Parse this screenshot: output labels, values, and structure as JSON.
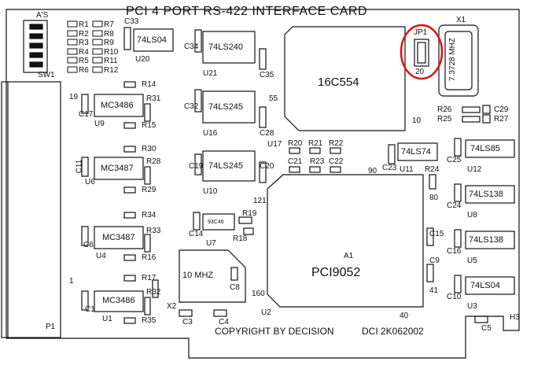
{
  "title": "PCI 4 PORT RS-422 INTERFACE CARD",
  "footer": {
    "copyright": "COPYRIGHT BY DECISION",
    "part": "DCI 2K062002"
  },
  "colors": {
    "ink": "#111111",
    "board": "#ffffff",
    "highlight": "#e01010"
  },
  "highlight": "circle around JP1 jumper",
  "labels": {
    "as": "A'S",
    "sw1": "SW1",
    "p1": "P1",
    "pin19": "19",
    "pin1": "1",
    "r1": "R1",
    "r2": "R2",
    "r3": "R3",
    "r4": "R4",
    "r5": "R5",
    "r6": "R6",
    "r7": "R7",
    "r8": "R8",
    "r9": "R9",
    "r10": "R10",
    "r11": "R11",
    "r12": "R12",
    "c33": "C33",
    "u20": "U20",
    "u20chip": "74LS04",
    "c34": "C34",
    "u21chip": "74LS240",
    "u21": "U21",
    "c35": "C35",
    "c32": "C32",
    "u16chip": "74LS245",
    "u16": "U16",
    "c28": "C28",
    "u17": "U17",
    "c19": "C19",
    "u10chip": "74LS245",
    "u10": "U10",
    "c20": "C20",
    "r14": "R14",
    "c17": "C17",
    "u9chip": "MC3486",
    "u9": "U9",
    "r31": "R31",
    "r15": "R15",
    "r30": "R30",
    "c11": "C11",
    "u6chip": "MC3487",
    "u6": "U6",
    "r28": "R28",
    "r29": "R29",
    "r34": "R34",
    "c6": "C6",
    "u4chip": "MC3487",
    "u4": "U4",
    "r33": "R33",
    "r16": "R16",
    "r17": "R17",
    "c1": "C1",
    "u1chip": "MC3486",
    "u1": "U1",
    "r32": "R32",
    "r35": "R35",
    "u17chip": "16C554",
    "pin55": "55",
    "pin20": "20",
    "pin10": "10",
    "jp1": "JP1",
    "x1": "X1",
    "xtal": "7.3728 MHZ",
    "r26": "R26",
    "r25": "R25",
    "c29": "C29",
    "r27": "R27",
    "r20": "R20",
    "r21": "R21",
    "r22": "R22",
    "r23": "R23",
    "c21": "C21",
    "c22": "C22",
    "u11chip": "74LS74",
    "c23": "C23",
    "u11": "U11",
    "pin90": "90",
    "r24": "R24",
    "pin80": "80",
    "pin121": "121",
    "c25": "C25",
    "u12chip": "74LS85",
    "u12": "U12",
    "c24": "C24",
    "u8chip": "74LS138",
    "u8": "U8",
    "c16": "C16",
    "u5chip": "74LS138",
    "u5": "U5",
    "c10": "C10",
    "u3chip": "74LS04",
    "u3": "U3",
    "c5": "C5",
    "h3": "H3",
    "a1": "A1",
    "a1chip": "PCI9052",
    "pin160": "160",
    "pin40": "40",
    "pin41": "41",
    "c15": "C15",
    "c9": "C9",
    "c14": "C14",
    "u7chip": "93C46",
    "u7": "U7",
    "r19": "R19",
    "r18": "R18",
    "osc": "10 MHZ",
    "x2": "X2",
    "c3": "C3",
    "c4": "C4",
    "c8": "C8",
    "u2": "U2"
  }
}
